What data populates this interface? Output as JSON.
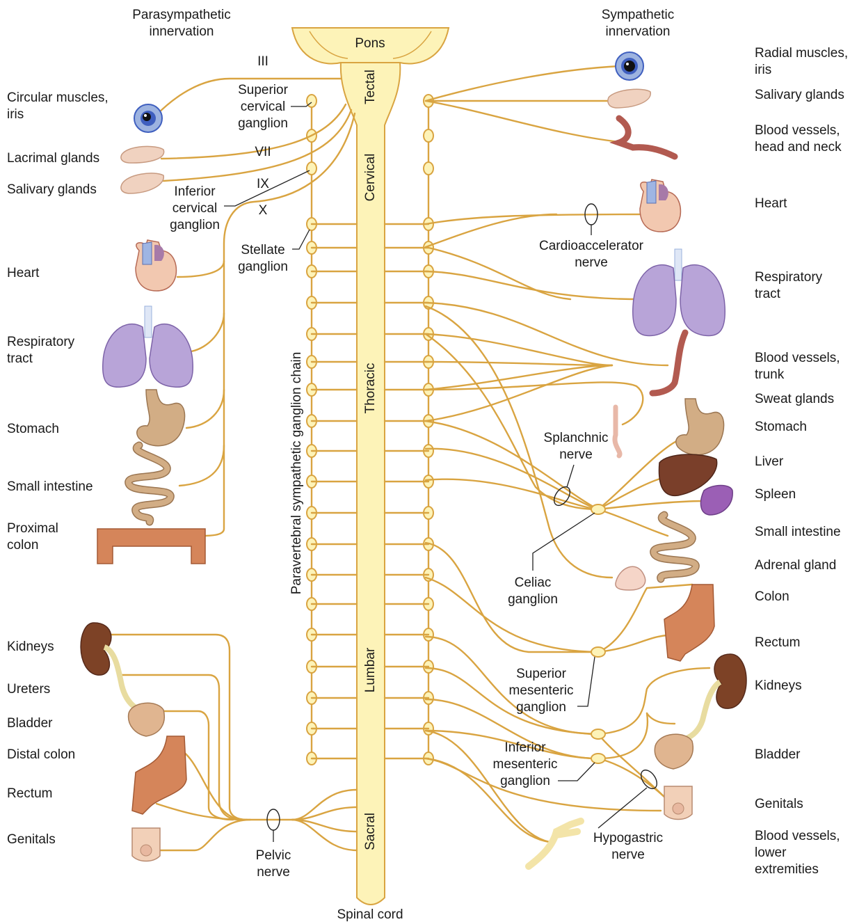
{
  "diagram": {
    "headers": {
      "para_1": "Parasympathetic",
      "para_2": "innervation",
      "symp_1": "Sympathetic",
      "symp_2": "innervation"
    },
    "cord": {
      "pons": "Pons",
      "tectal": "Tectal",
      "cervical": "Cervical",
      "thoracic": "Thoracic",
      "lumbar": "Lumbar",
      "sacral": "Sacral",
      "spinal_cord": "Spinal cord",
      "chain": "Paravertebral sympathetic ganglion chain"
    },
    "cranial": {
      "III": "III",
      "VII": "VII",
      "IX": "IX",
      "X": "X"
    },
    "ganglia": {
      "sup_cerv_1": "Superior",
      "sup_cerv_2": "cervical",
      "sup_cerv_3": "ganglion",
      "inf_cerv_1": "Inferior",
      "inf_cerv_2": "cervical",
      "inf_cerv_3": "ganglion",
      "stellate_1": "Stellate",
      "stellate_2": "ganglion",
      "cardio_1": "Cardioaccelerator",
      "cardio_2": "nerve",
      "splanch_1": "Splanchnic",
      "splanch_2": "nerve",
      "celiac_1": "Celiac",
      "celiac_2": "ganglion",
      "supmes_1": "Superior",
      "supmes_2": "mesenteric",
      "supmes_3": "ganglion",
      "infmes_1": "Inferior",
      "infmes_2": "mesenteric",
      "infmes_3": "ganglion",
      "hypo_1": "Hypogastric",
      "hypo_2": "nerve",
      "pelvic_1": "Pelvic",
      "pelvic_2": "nerve"
    },
    "left_organs": {
      "iris_1": "Circular muscles,",
      "iris_2": "iris",
      "lacrimal": "Lacrimal glands",
      "salivary": "Salivary glands",
      "heart": "Heart",
      "resp_1": "Respiratory",
      "resp_2": "tract",
      "stomach": "Stomach",
      "small_int": "Small intestine",
      "prox_1": "Proximal",
      "prox_2": "colon",
      "kidneys": "Kidneys",
      "ureters": "Ureters",
      "bladder": "Bladder",
      "distal": "Distal colon",
      "rectum": "Rectum",
      "genitals": "Genitals"
    },
    "right_organs": {
      "radial_1": "Radial muscles,",
      "radial_2": "iris",
      "salivary": "Salivary glands",
      "bv_head_1": "Blood vessels,",
      "bv_head_2": "head and neck",
      "heart": "Heart",
      "resp_1": "Respiratory",
      "resp_2": "tract",
      "bv_trunk_1": "Blood vessels,",
      "bv_trunk_2": "trunk",
      "sweat": "Sweat glands",
      "stomach": "Stomach",
      "liver": "Liver",
      "spleen": "Spleen",
      "small_int": "Small intestine",
      "adrenal": "Adrenal gland",
      "colon": "Colon",
      "rectum": "Rectum",
      "kidneys": "Kidneys",
      "bladder": "Bladder",
      "genitals": "Genitals",
      "bv_low_1": "Blood vessels,",
      "bv_low_2": "lower",
      "bv_low_3": "extremities"
    }
  },
  "colors": {
    "nerve": "#d9a441",
    "cord": "#fdf3b8",
    "iris": "#3f5fbf",
    "lung": "#a58fc6",
    "liver": "#7a3f2a",
    "spleen": "#9b5fb5",
    "kidney": "#7d4226",
    "gland": "#f0d2c0",
    "gut": "#c9a07a",
    "colon": "#d5855a",
    "bladder": "#e0b590",
    "vessel": "#b25a50"
  }
}
